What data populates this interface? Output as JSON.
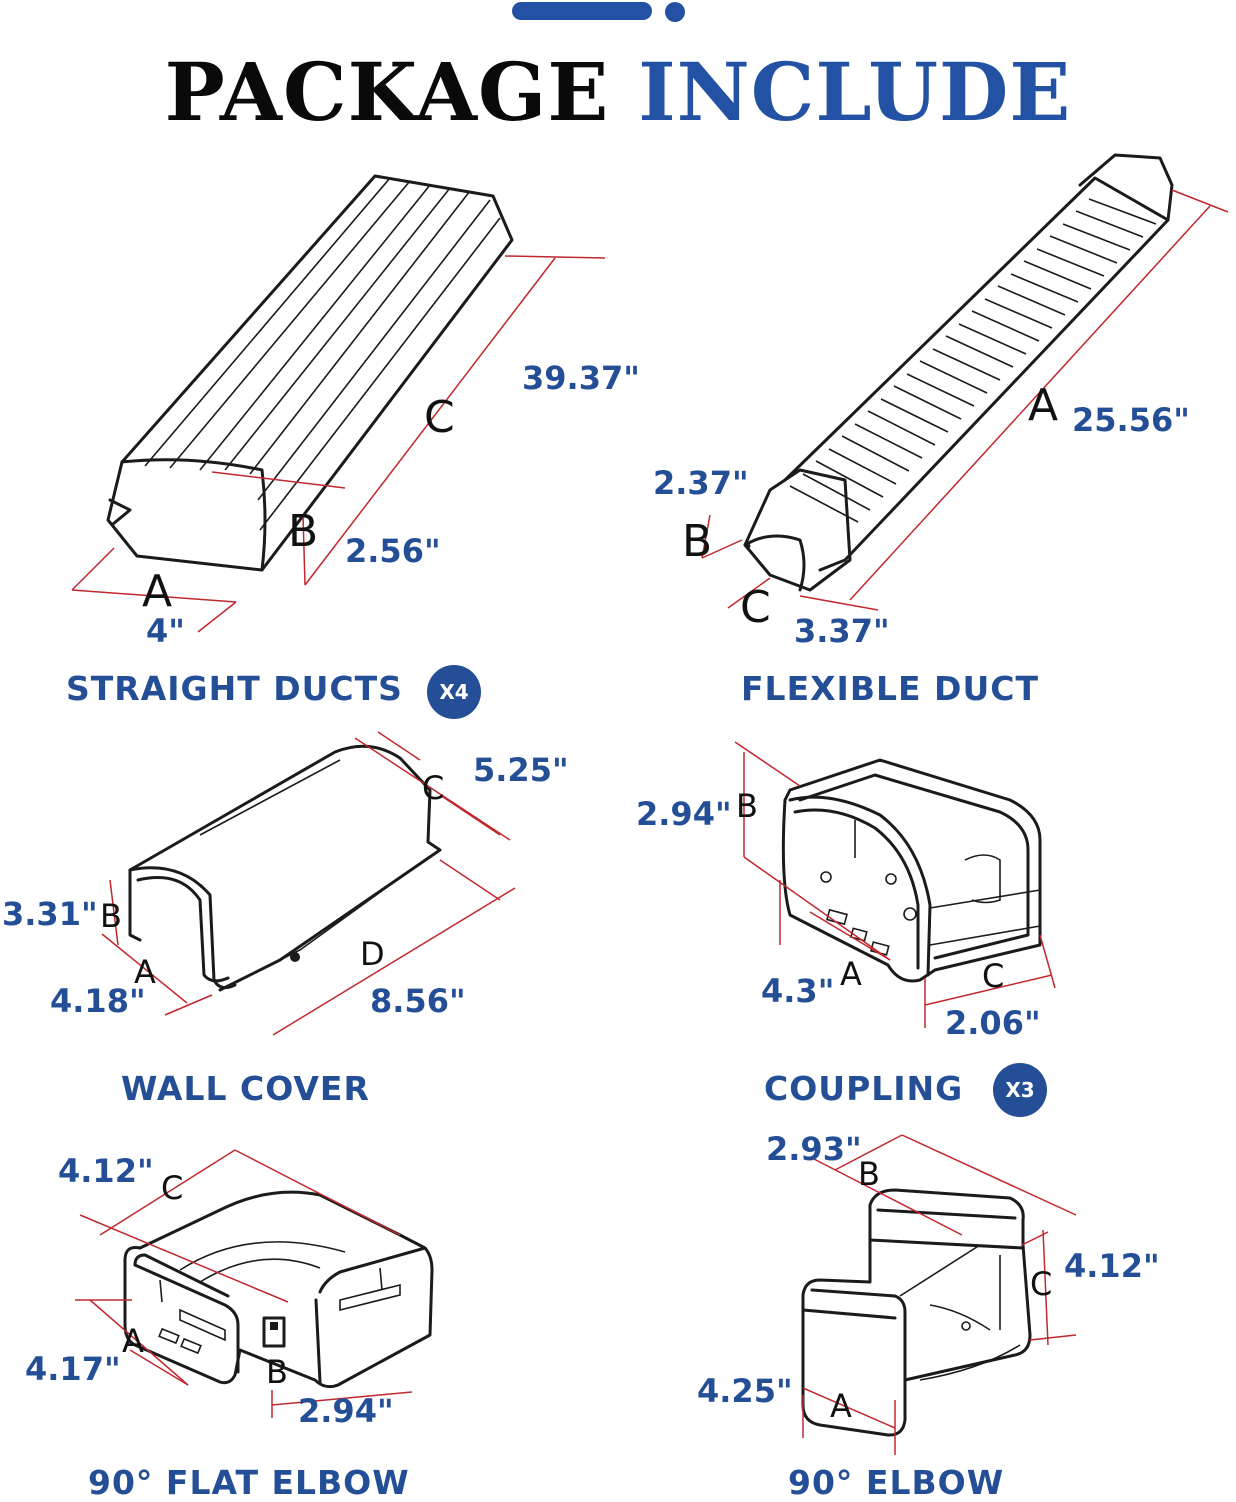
{
  "header": {
    "title_part1": "PACKAGE",
    "title_part2": "INCLUDE",
    "accent_color": "#2352a5"
  },
  "items": [
    {
      "caption": "STRAIGHT DUCTS",
      "badge": "X4",
      "dims": [
        "39.37\"",
        "2.56\"",
        "4\""
      ],
      "letters": [
        "C",
        "B",
        "A"
      ]
    },
    {
      "caption": "FLEXIBLE DUCT",
      "dims": [
        "25.56\"",
        "2.37\"",
        "3.37\""
      ],
      "letters": [
        "A",
        "B",
        "C"
      ]
    },
    {
      "caption": "WALL COVER",
      "dims": [
        "5.25\"",
        "3.31\"",
        "4.18\"",
        "8.56\""
      ],
      "letters": [
        "C",
        "B",
        "A",
        "D"
      ]
    },
    {
      "caption": "COUPLING",
      "badge": "X3",
      "dims": [
        "2.94\"",
        "4.3\"",
        "2.06\""
      ],
      "letters": [
        "B",
        "A",
        "C"
      ]
    },
    {
      "caption": "90° FLAT ELBOW",
      "dims": [
        "4.12\"",
        "4.17\"",
        "2.94\""
      ],
      "letters": [
        "C",
        "A",
        "B"
      ]
    },
    {
      "caption": "90° ELBOW",
      "dims": [
        "2.93\"",
        "4.12\"",
        "4.25\""
      ],
      "letters": [
        "B",
        "C",
        "A"
      ]
    }
  ]
}
